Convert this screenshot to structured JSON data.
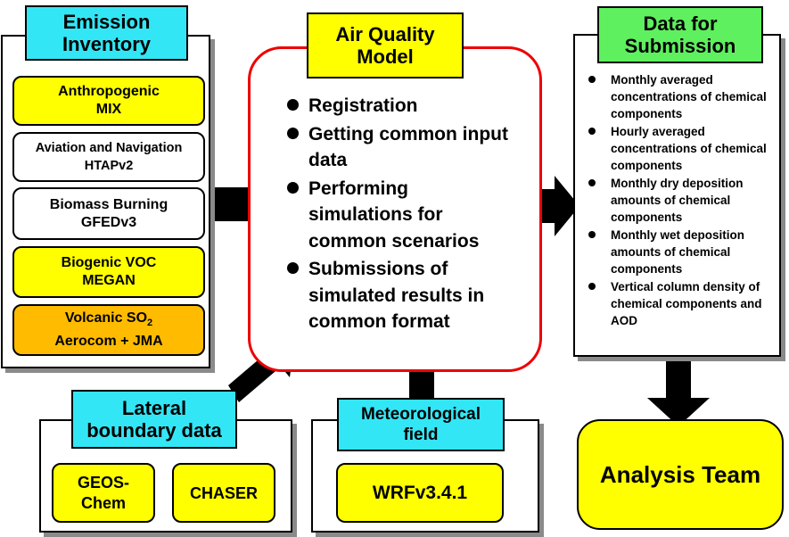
{
  "emission_inventory": {
    "title": "Emission\nInventory",
    "items": [
      {
        "label": "Anthropogenic\nMIX",
        "style": "yellow"
      },
      {
        "label": "Aviation and Navigation\nHTAPv2",
        "style": "white"
      },
      {
        "label": "Biomass Burning\nGFEDv3",
        "style": "white"
      },
      {
        "label": "Biogenic VOC\nMEGAN",
        "style": "yellow"
      },
      {
        "label_line1_prefix": "Volcanic SO",
        "label_line1_sub": "2",
        "label_line2": "Aerocom + JMA",
        "style": "orange"
      }
    ]
  },
  "air_quality_model": {
    "title": "Air Quality\nModel",
    "steps": [
      "Registration",
      "Getting common input data",
      "Performing simulations for common scenarios",
      "Submissions of simulated results in common format"
    ]
  },
  "data_for_submission": {
    "title": "Data for\nSubmission",
    "items": [
      "Monthly averaged concentrations  of chemical components",
      "Hourly averaged concentrations of chemical components",
      "Monthly dry deposition amounts of chemical components",
      "Monthly wet deposition amounts of chemical components",
      "Vertical column density of chemical components and AOD"
    ]
  },
  "lateral_boundary": {
    "title": "Lateral\nboundary data",
    "items": [
      "GEOS-\nChem",
      "CHASER"
    ]
  },
  "meteorological": {
    "title": "Meteorological\nfield",
    "items": [
      "WRFv3.4.1"
    ]
  },
  "analysis_team": {
    "label": "Analysis Team"
  },
  "colors": {
    "title_cyan": "#33e6f5",
    "title_yellow": "#ffff00",
    "title_green": "#5ef05e",
    "box_yellow": "#ffff00",
    "box_orange": "#ffbb00",
    "model_border": "#ee0000",
    "arrow": "#000000",
    "shadow": "#8a8a8a"
  }
}
